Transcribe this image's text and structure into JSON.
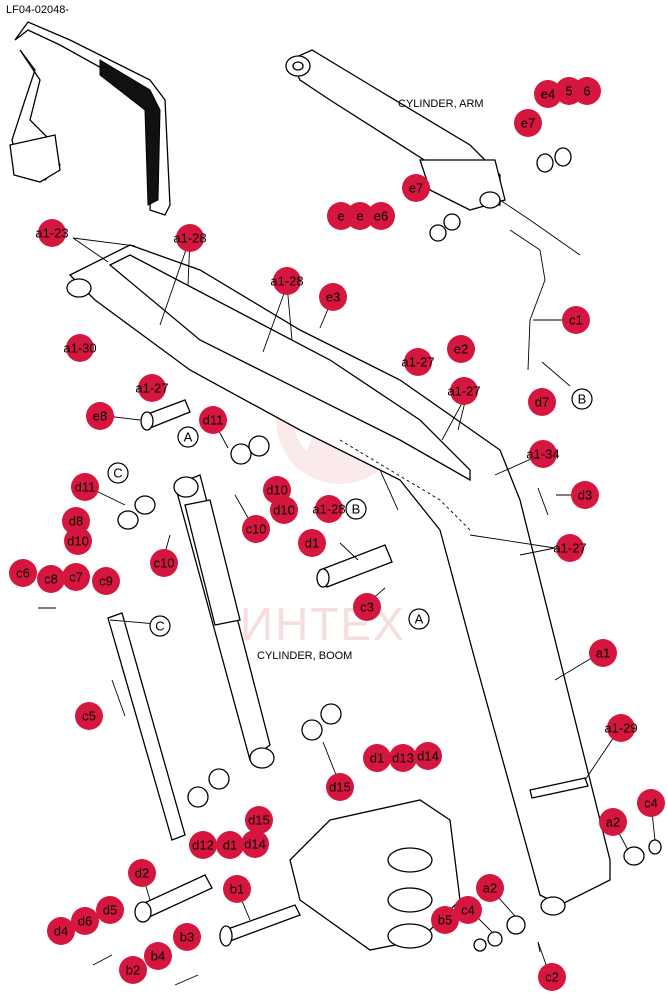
{
  "figure_code": "LF04-02048-",
  "watermark": "ИНТЕХ",
  "captions": {
    "cylinder_arm": "CYLINDER, ARM",
    "cylinder_boom": "CYLINDER, BOOM"
  },
  "colors": {
    "callout": "#d5173f",
    "watermark": "#f2c4c4",
    "line": "#000000"
  },
  "reference_marks": [
    "A",
    "B",
    "C"
  ],
  "callouts": [
    "e4",
    "5",
    "6",
    "e7",
    "e7",
    "e",
    "e",
    "e6",
    "a1-23",
    "a1-28",
    "a1-28",
    "e3",
    "a1-30",
    "a1-27",
    "e2",
    "a1-27",
    "c1",
    "d7",
    "e8",
    "d11",
    "a1-34",
    "d11",
    "d10",
    "a1-28",
    "d3",
    "d8",
    "d10",
    "c10",
    "d1",
    "a1-27",
    "c10",
    "c6",
    "c8",
    "c7",
    "c9",
    "c3",
    "a1",
    "c5",
    "a1-29",
    "d1",
    "d13",
    "d14",
    "d15",
    "c4",
    "d15",
    "a2",
    "d12",
    "d14",
    "d2",
    "b1",
    "a2",
    "c4",
    "d5",
    "d6",
    "b3",
    "b5",
    "d4",
    "b4",
    "b2",
    "c2"
  ]
}
